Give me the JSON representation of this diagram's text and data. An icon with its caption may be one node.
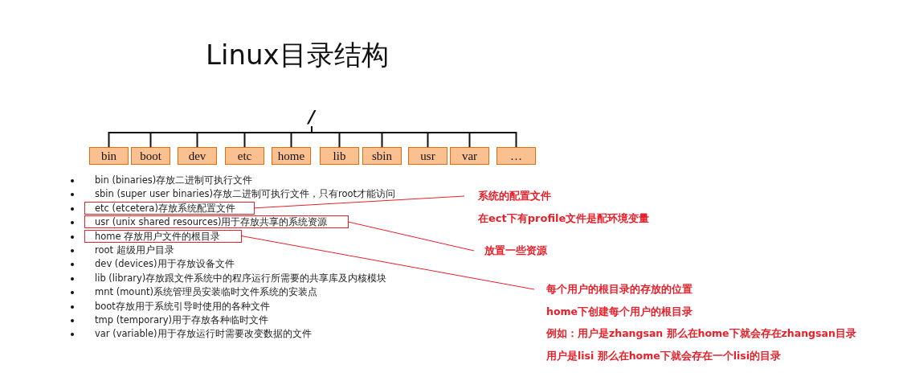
{
  "diagram": {
    "title": "Linux目录结构",
    "nodes": [
      {
        "text": [
          "/"
        ]
      },
      {
        "text": [
          "bin"
        ]
      },
      {
        "text": [
          "boot"
        ]
      },
      {
        "text": [
          "dev"
        ]
      },
      {
        "text": [
          "etc"
        ]
      },
      {
        "text": [
          "home"
        ]
      },
      {
        "text": [
          "lib"
        ]
      },
      {
        "text": [
          "sbin"
        ]
      },
      {
        "text": [
          "usr"
        ]
      },
      {
        "text": [
          "var"
        ]
      },
      {
        "text": [
          "…"
        ]
      },
      {
        "text": [
          "etc (etcetera)存放系统配置文件"
        ]
      },
      {
        "text": [
          "usr (unix shared resources)用于存放共享的系统资源"
        ]
      },
      {
        "text": [
          "home 存放用户文件的根目录"
        ]
      },
      {
        "text": [
          "系统的配置文件",
          "在ect下有profile文件是配环境变量"
        ]
      },
      {
        "text": [
          "放置一些资源"
        ]
      },
      {
        "text": [
          "每个用户的根目录的存放的位置",
          "home下创建每个用户的根目录",
          "例如：用户是zhangsan 那么在home下就会存在zhangsan目录",
          "用户是lisi 那么在home下就会存在一个lisi的目录"
        ]
      }
    ],
    "edges": [
      {
        "from": 0,
        "to": 1,
        "arrow": "none"
      },
      {
        "from": 0,
        "to": 2,
        "arrow": "none"
      },
      {
        "from": 0,
        "to": 3,
        "arrow": "none"
      },
      {
        "from": 0,
        "to": 4,
        "arrow": "none"
      },
      {
        "from": 0,
        "to": 5,
        "arrow": "none"
      },
      {
        "from": 0,
        "to": 6,
        "arrow": "none"
      },
      {
        "from": 0,
        "to": 7,
        "arrow": "none"
      },
      {
        "from": 0,
        "to": 8,
        "arrow": "none"
      },
      {
        "from": 0,
        "to": 9,
        "arrow": "none"
      },
      {
        "from": 0,
        "to": 10,
        "arrow": "none"
      },
      {
        "from": 11,
        "to": 14,
        "arrow": "none",
        "color": "#e8202a"
      },
      {
        "from": 12,
        "to": 15,
        "arrow": "none",
        "color": "#e8202a"
      },
      {
        "from": 13,
        "to": 16,
        "arrow": "none",
        "color": "#e8202a"
      }
    ],
    "labels": [
      "bin (binaries)存放二进制可执行文件",
      "sbin (super user binaries)存放二进制可执行文件，只有root才能访问",
      "root 超级用户目录",
      "dev (devices)用于存放设备文件",
      "lib (library)存放跟文件系统中的程序运行所需要的共享库及内核模块",
      "mnt (mount)系统管理员安装临时文件系统的安装点",
      "boot存放用于系统引导时使用的各种文件",
      "tmp (temporary)用于存放各种临时文件",
      "var (variable)用于存放运行时需要改变数据的文件"
    ]
  }
}
